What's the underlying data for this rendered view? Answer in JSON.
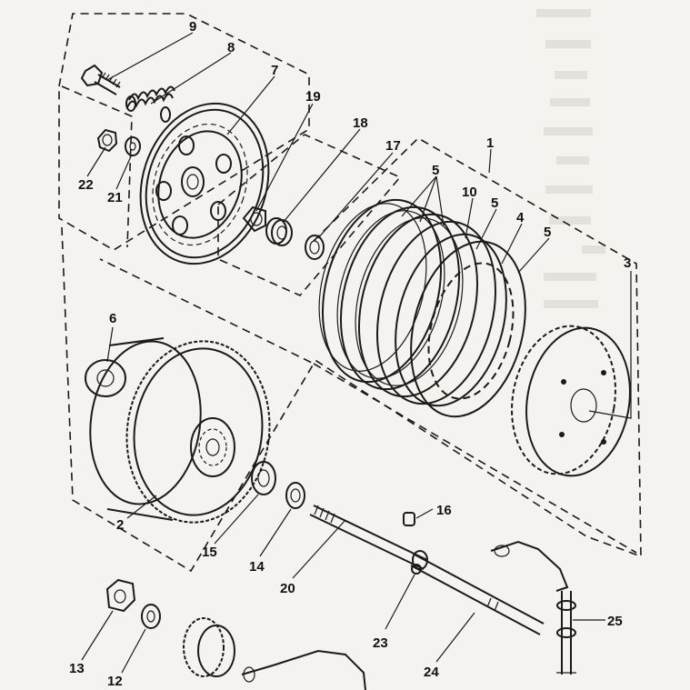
{
  "diagram": {
    "background_color": "#f4f3ef",
    "ink_color": "#1a1a1a",
    "callouts": [
      {
        "id": "c1",
        "label": "1"
      },
      {
        "id": "c2",
        "label": "2"
      },
      {
        "id": "c3",
        "label": "3"
      },
      {
        "id": "c4",
        "label": "4"
      },
      {
        "id": "c5a",
        "label": "5"
      },
      {
        "id": "c5b",
        "label": "5"
      },
      {
        "id": "c5c",
        "label": "5"
      },
      {
        "id": "c6",
        "label": "6"
      },
      {
        "id": "c7",
        "label": "7"
      },
      {
        "id": "c8",
        "label": "8"
      },
      {
        "id": "c9",
        "label": "9"
      },
      {
        "id": "c10",
        "label": "10"
      },
      {
        "id": "c12",
        "label": "12"
      },
      {
        "id": "c13",
        "label": "13"
      },
      {
        "id": "c14",
        "label": "14"
      },
      {
        "id": "c15",
        "label": "15"
      },
      {
        "id": "c16",
        "label": "16"
      },
      {
        "id": "c17",
        "label": "17"
      },
      {
        "id": "c18",
        "label": "18"
      },
      {
        "id": "c19",
        "label": "19"
      },
      {
        "id": "c20",
        "label": "20"
      },
      {
        "id": "c21",
        "label": "21"
      },
      {
        "id": "c22",
        "label": "22"
      },
      {
        "id": "c23",
        "label": "23"
      },
      {
        "id": "c24",
        "label": "24"
      },
      {
        "id": "c25",
        "label": "25"
      }
    ]
  }
}
